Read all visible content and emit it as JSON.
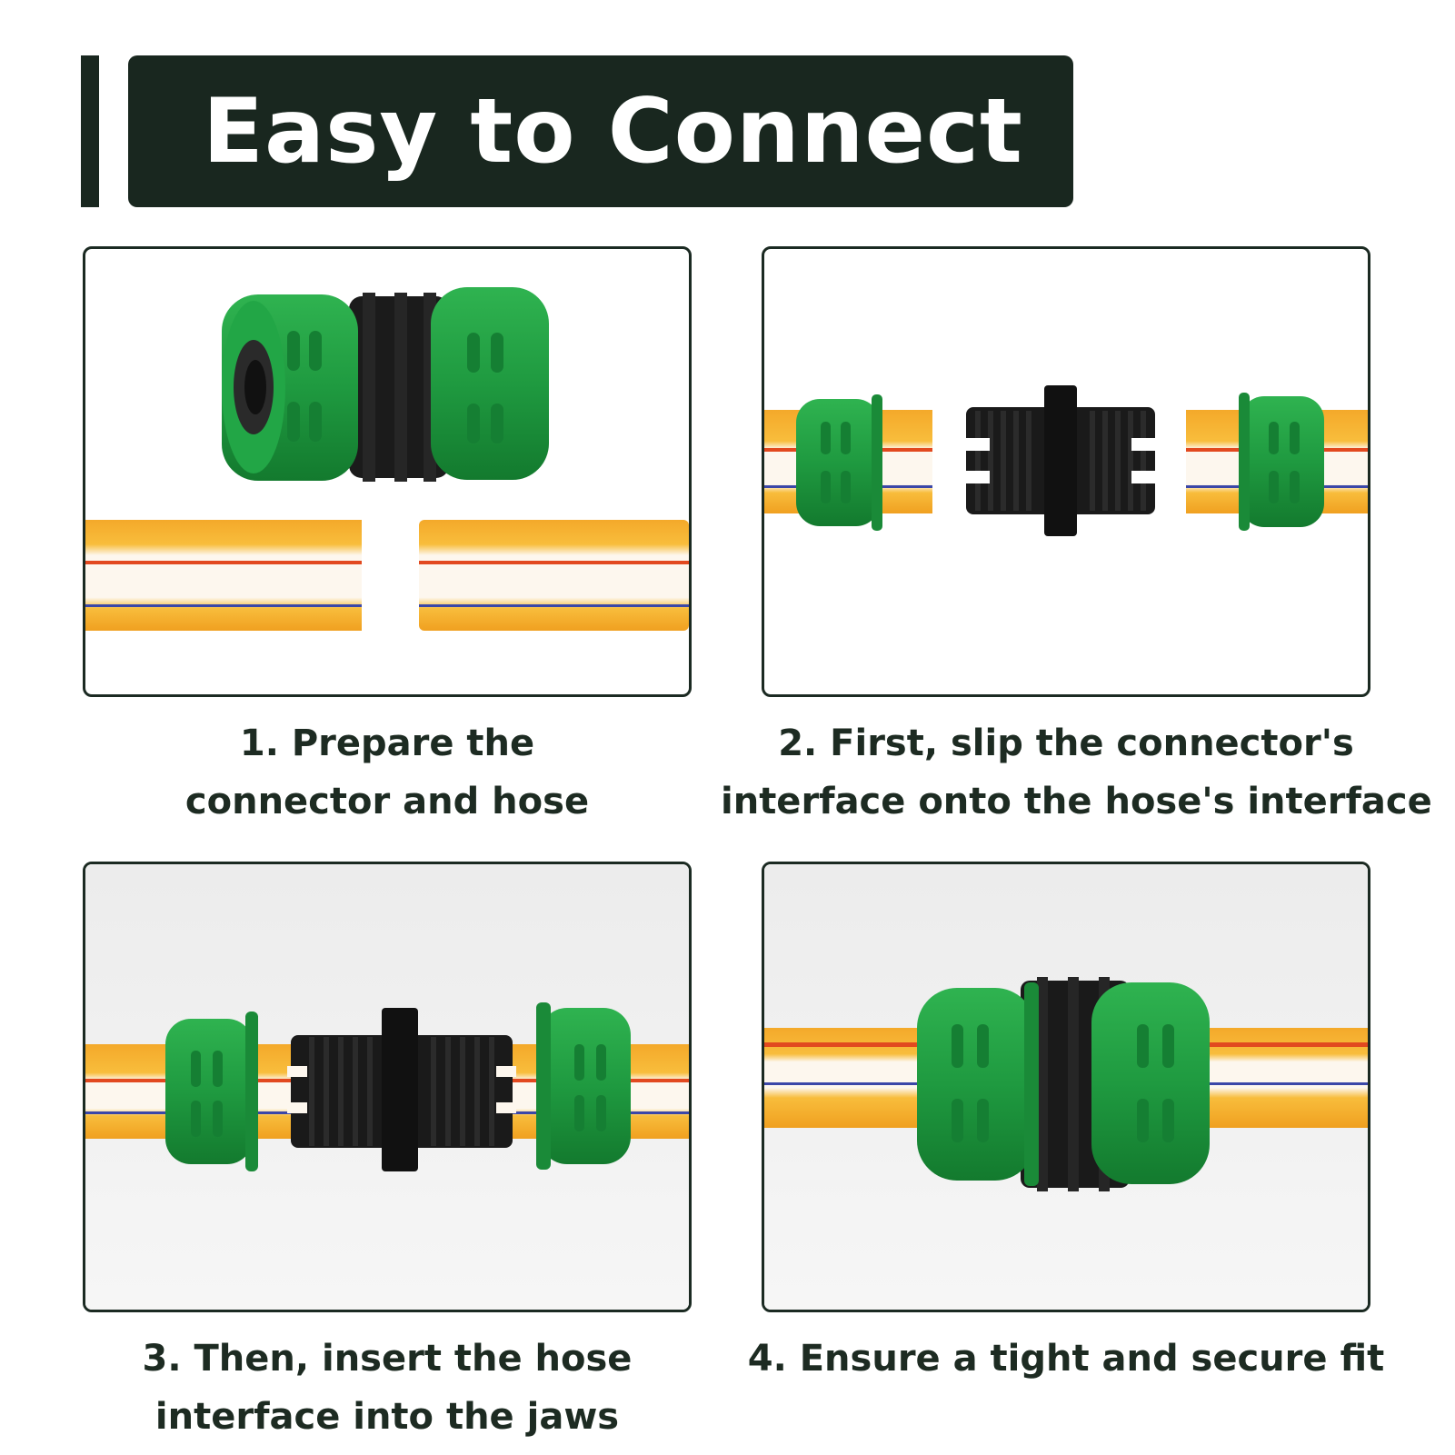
{
  "header": {
    "title": "Easy to Connect"
  },
  "steps": [
    {
      "line1": "1. Prepare the",
      "line2": "connector and hose"
    },
    {
      "line1": "2. First, slip the connector's",
      "line2": "interface onto the hose's interface"
    },
    {
      "line1": "3. Then, insert the hose",
      "line2": "interface into the jaws"
    },
    {
      "line1": "4. Ensure a tight and secure fit",
      "line2": ""
    }
  ],
  "colors": {
    "header_bg": "#19271f",
    "connector_green": "#1e9a3e",
    "connector_black": "#1a1a1a",
    "hose_yellow": "#f6b332",
    "hose_red_stripe": "#e2491f",
    "hose_blue_stripe": "#3b47a8"
  }
}
